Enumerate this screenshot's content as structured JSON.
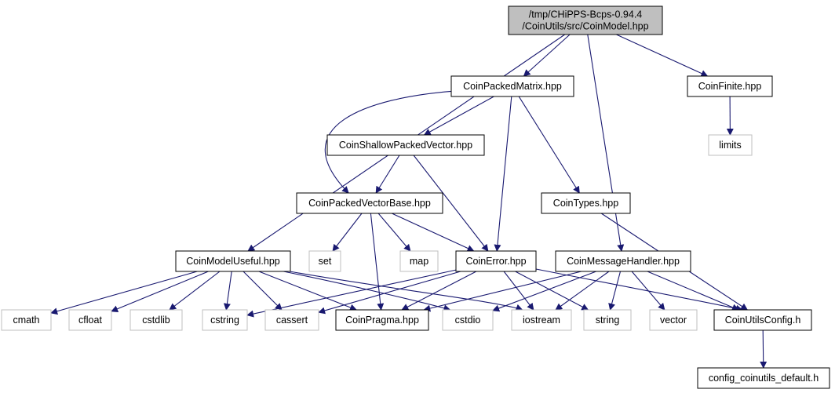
{
  "colors": {
    "edge": "#191970",
    "root_fill": "#bfbfbf",
    "node_fill": "#ffffff",
    "node_border": "#000000",
    "external_border": "#bfbfbf",
    "background": "#ffffff"
  },
  "nodes": [
    {
      "id": "root",
      "lines": [
        "/tmp/CHiPPS-Bcps-0.94.4",
        "/CoinUtils/src/CoinModel.hpp"
      ],
      "kind": "root"
    },
    {
      "id": "coinpackedmatrix",
      "lines": [
        "CoinPackedMatrix.hpp"
      ],
      "kind": "file"
    },
    {
      "id": "coinfinite",
      "lines": [
        "CoinFinite.hpp"
      ],
      "kind": "file"
    },
    {
      "id": "limits",
      "lines": [
        "limits"
      ],
      "kind": "external"
    },
    {
      "id": "coinshallowpackedvector",
      "lines": [
        "CoinShallowPackedVector.hpp"
      ],
      "kind": "file"
    },
    {
      "id": "coinpackedvectorbase",
      "lines": [
        "CoinPackedVectorBase.hpp"
      ],
      "kind": "file"
    },
    {
      "id": "cointypes",
      "lines": [
        "CoinTypes.hpp"
      ],
      "kind": "file"
    },
    {
      "id": "coinmodeluseful",
      "lines": [
        "CoinModelUseful.hpp"
      ],
      "kind": "file"
    },
    {
      "id": "set",
      "lines": [
        "set"
      ],
      "kind": "external"
    },
    {
      "id": "map",
      "lines": [
        "map"
      ],
      "kind": "external"
    },
    {
      "id": "coinerror",
      "lines": [
        "CoinError.hpp"
      ],
      "kind": "file"
    },
    {
      "id": "coinmessagehandler",
      "lines": [
        "CoinMessageHandler.hpp"
      ],
      "kind": "file"
    },
    {
      "id": "cmath",
      "lines": [
        "cmath"
      ],
      "kind": "external"
    },
    {
      "id": "cfloat",
      "lines": [
        "cfloat"
      ],
      "kind": "external"
    },
    {
      "id": "cstdlib",
      "lines": [
        "cstdlib"
      ],
      "kind": "external"
    },
    {
      "id": "cstring",
      "lines": [
        "cstring"
      ],
      "kind": "external"
    },
    {
      "id": "cassert",
      "lines": [
        "cassert"
      ],
      "kind": "external"
    },
    {
      "id": "coinpragma",
      "lines": [
        "CoinPragma.hpp"
      ],
      "kind": "file"
    },
    {
      "id": "cstdio",
      "lines": [
        "cstdio"
      ],
      "kind": "external"
    },
    {
      "id": "iostream",
      "lines": [
        "iostream"
      ],
      "kind": "external"
    },
    {
      "id": "string",
      "lines": [
        "string"
      ],
      "kind": "external"
    },
    {
      "id": "vector",
      "lines": [
        "vector"
      ],
      "kind": "external"
    },
    {
      "id": "coinutilsconfig",
      "lines": [
        "CoinUtilsConfig.h"
      ],
      "kind": "file"
    },
    {
      "id": "config_coinutils_default",
      "lines": [
        "config_coinutils_default.h"
      ],
      "kind": "file"
    }
  ],
  "edges": [
    {
      "from": "root",
      "to": "coinpackedmatrix"
    },
    {
      "from": "root",
      "to": "coinfinite"
    },
    {
      "from": "root",
      "to": "coinmessagehandler"
    },
    {
      "from": "root",
      "to": "coinmodeluseful"
    },
    {
      "from": "coinfinite",
      "to": "limits"
    },
    {
      "from": "coinpackedmatrix",
      "to": "coinshallowpackedvector"
    },
    {
      "from": "coinpackedmatrix",
      "to": "coinpackedvectorbase"
    },
    {
      "from": "coinpackedmatrix",
      "to": "coinerror"
    },
    {
      "from": "coinpackedmatrix",
      "to": "cointypes"
    },
    {
      "from": "coinshallowpackedvector",
      "to": "coinpackedvectorbase"
    },
    {
      "from": "coinshallowpackedvector",
      "to": "coinerror"
    },
    {
      "from": "coinpackedvectorbase",
      "to": "set"
    },
    {
      "from": "coinpackedvectorbase",
      "to": "map"
    },
    {
      "from": "coinpackedvectorbase",
      "to": "coinerror"
    },
    {
      "from": "coinpackedvectorbase",
      "to": "coinpragma"
    },
    {
      "from": "cointypes",
      "to": "coinutilsconfig"
    },
    {
      "from": "coinmodeluseful",
      "to": "cmath"
    },
    {
      "from": "coinmodeluseful",
      "to": "cfloat"
    },
    {
      "from": "coinmodeluseful",
      "to": "cstdlib"
    },
    {
      "from": "coinmodeluseful",
      "to": "cstring"
    },
    {
      "from": "coinmodeluseful",
      "to": "cassert"
    },
    {
      "from": "coinmodeluseful",
      "to": "coinpragma"
    },
    {
      "from": "coinmodeluseful",
      "to": "cstdio"
    },
    {
      "from": "coinmodeluseful",
      "to": "iostream"
    },
    {
      "from": "coinerror",
      "to": "cstring"
    },
    {
      "from": "coinerror",
      "to": "cassert"
    },
    {
      "from": "coinerror",
      "to": "coinpragma"
    },
    {
      "from": "coinerror",
      "to": "iostream"
    },
    {
      "from": "coinerror",
      "to": "string"
    },
    {
      "from": "coinerror",
      "to": "coinutilsconfig"
    },
    {
      "from": "coinmessagehandler",
      "to": "coinpragma"
    },
    {
      "from": "coinmessagehandler",
      "to": "cstdio"
    },
    {
      "from": "coinmessagehandler",
      "to": "iostream"
    },
    {
      "from": "coinmessagehandler",
      "to": "string"
    },
    {
      "from": "coinmessagehandler",
      "to": "vector"
    },
    {
      "from": "coinmessagehandler",
      "to": "coinutilsconfig"
    },
    {
      "from": "coinutilsconfig",
      "to": "config_coinutils_default"
    }
  ]
}
